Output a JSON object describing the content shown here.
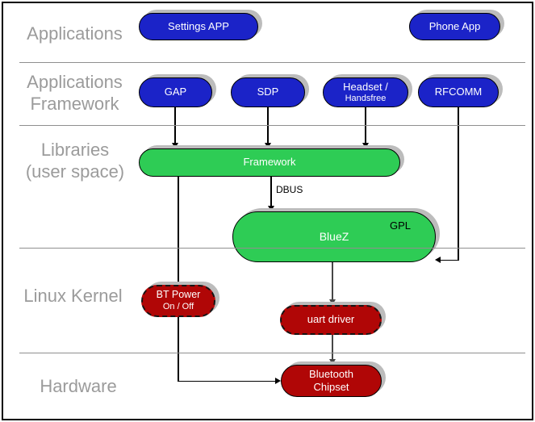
{
  "layers": [
    {
      "id": "applications",
      "lines": [
        "Applications"
      ]
    },
    {
      "id": "applications-framework",
      "lines": [
        "Applications",
        "Framework"
      ]
    },
    {
      "id": "libraries-user-space",
      "lines": [
        "Libraries",
        "(user space)"
      ]
    },
    {
      "id": "linux-kernel",
      "lines": [
        "Linux Kernel"
      ]
    },
    {
      "id": "hardware",
      "lines": [
        "Hardware"
      ]
    }
  ],
  "nodes": {
    "settings_app": {
      "label": "Settings APP"
    },
    "phone_app": {
      "label": "Phone App"
    },
    "gap": {
      "label": "GAP"
    },
    "sdp": {
      "label": "SDP"
    },
    "headset": {
      "line1": "Headset /",
      "line2": "Handsfree"
    },
    "rfcomm": {
      "label": "RFCOMM"
    },
    "framework": {
      "label": "Framework"
    },
    "bluez": {
      "label": "BlueZ",
      "badge": "GPL"
    },
    "bt_power": {
      "line1": "BT Power",
      "line2": "On / Off"
    },
    "uart_driver": {
      "label": "uart driver"
    },
    "bt_chipset": {
      "line1": "Bluetooth",
      "line2": "Chipset"
    }
  },
  "edges": {
    "dbus_label": "DBUS"
  },
  "colors": {
    "app_blue": "#1b23c8",
    "lib_green": "#2ecc55",
    "kernel_red": "#b00606",
    "label_gray": "#9b9b9b",
    "divider_gray": "#8f8f8f",
    "shadow_gray": "#bcbcbc"
  }
}
